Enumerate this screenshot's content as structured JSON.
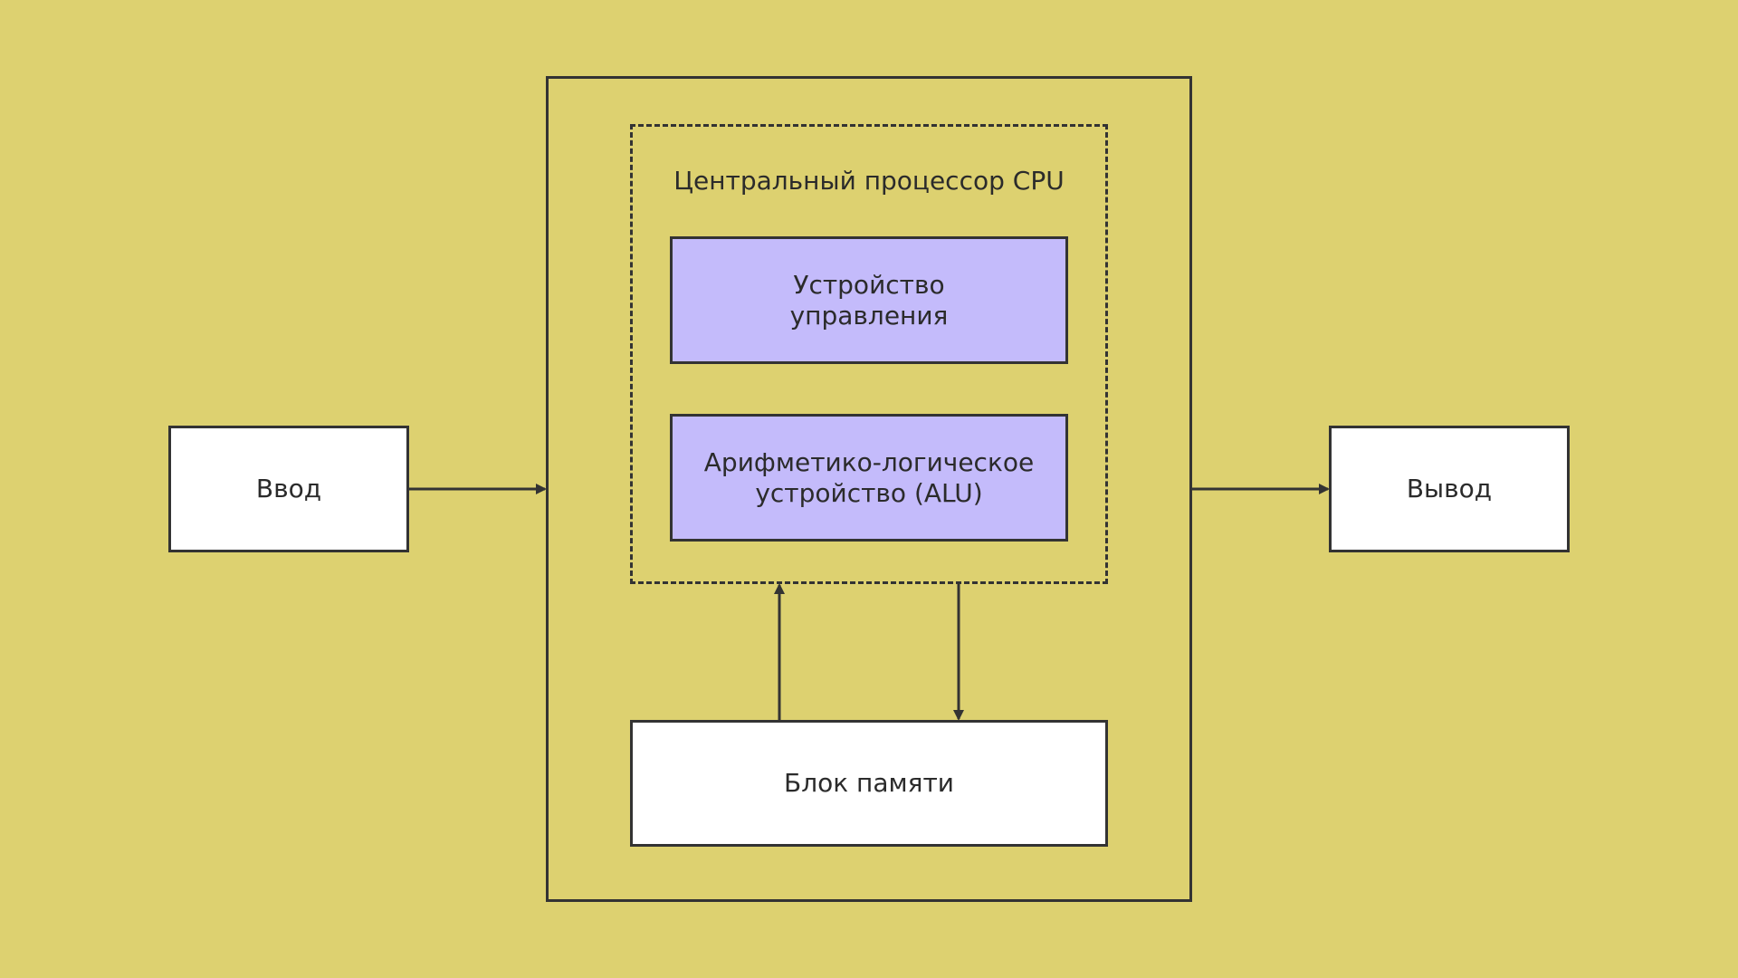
{
  "colors": {
    "background": "#ddd170",
    "stroke": "#333333",
    "box_white": "#ffffff",
    "box_purple": "#c4bbfb"
  },
  "input_box": {
    "label": "Ввод"
  },
  "output_box": {
    "label": "Вывод"
  },
  "cpu": {
    "title": "Центральный процессор CPU",
    "control_unit": {
      "line1": "Устройство",
      "line2": "управления"
    },
    "alu": {
      "line1": "Арифметико-логическое",
      "line2": "устройство (ALU)"
    }
  },
  "memory_block": {
    "label": "Блок памяти"
  }
}
